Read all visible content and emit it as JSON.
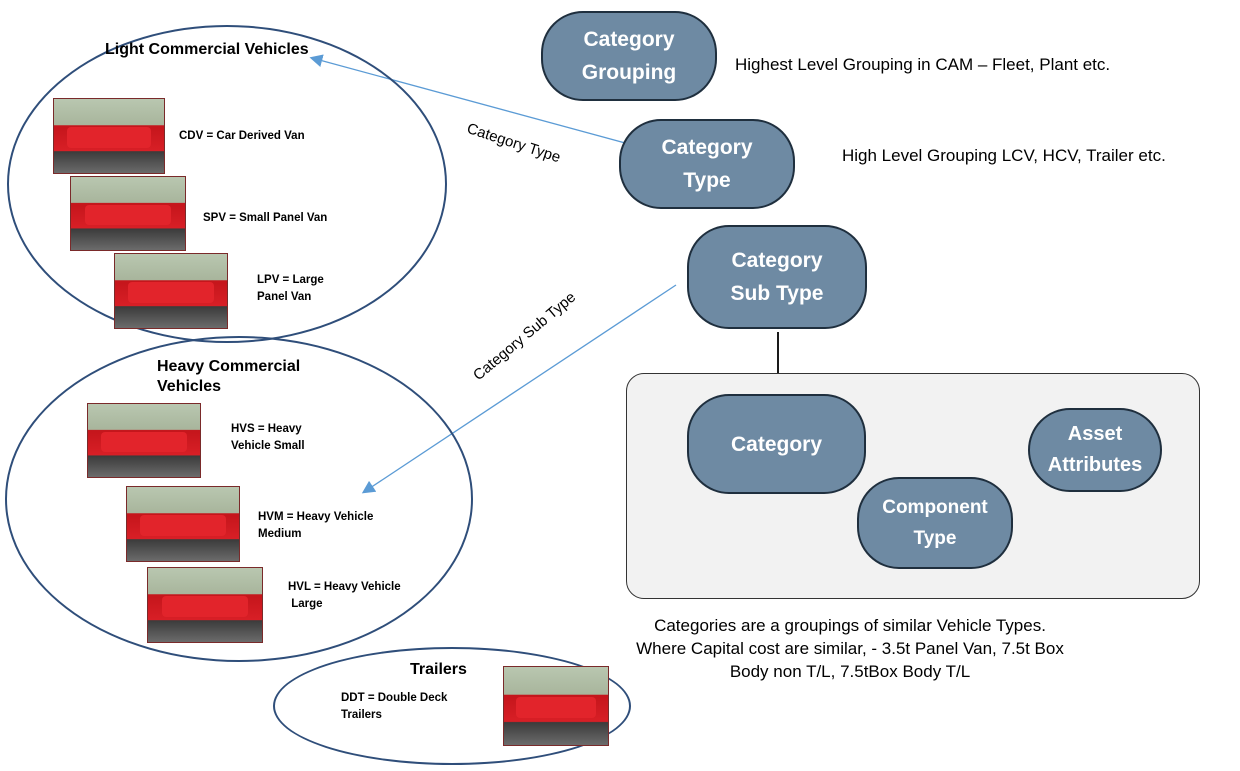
{
  "hierarchy": {
    "category_grouping": {
      "label": "Category\nGrouping",
      "description": "Highest Level Grouping in CAM – Fleet, Plant etc."
    },
    "category_type": {
      "label": "Category\nType",
      "description": "High Level Grouping LCV, HCV, Trailer etc."
    },
    "category_sub_type": {
      "label": "Category\nSub Type"
    }
  },
  "category_box": {
    "category": "Category",
    "asset_attributes": "Asset\nAttributes",
    "component_type": "Component\nType",
    "footnote": "Categories are a groupings of similar Vehicle Types.\nWhere Capital cost are similar, - 3.5t Panel Van, 7.5t Box\nBody non T/L, 7.5tBox Body T/L"
  },
  "connector_labels": {
    "category_type": "Category Type",
    "category_sub_type": "Category Sub Type"
  },
  "groups": {
    "lcv": {
      "title": "Light Commercial Vehicles",
      "items": [
        "CDV = Car Derived Van",
        "SPV = Small Panel Van",
        "LPV = Large\nPanel Van"
      ]
    },
    "hcv": {
      "title": "Heavy Commercial\nVehicles",
      "items": [
        "HVS = Heavy\nVehicle Small",
        "HVM = Heavy Vehicle\nMedium",
        "HVL = Heavy Vehicle\n Large"
      ]
    },
    "trailers": {
      "title": "Trailers",
      "items": [
        "DDT = Double Deck\nTrailers"
      ]
    }
  },
  "colors": {
    "node_fill": "#6e8aa3",
    "node_border": "#1f2f3e",
    "ellipse_border": "#2f4e7a",
    "arrow_blue": "#5b9bd5",
    "vehicle_red": "#d81f26"
  }
}
